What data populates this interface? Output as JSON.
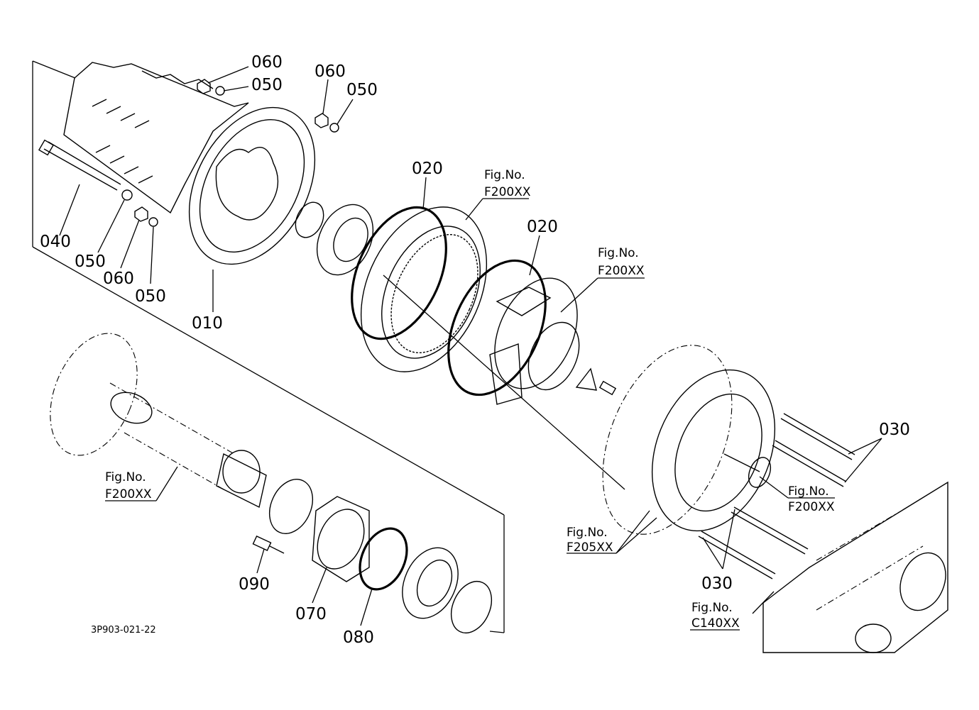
{
  "labels": {
    "l060a": "060",
    "l050a": "050",
    "l060b": "060",
    "l050b": "050",
    "l040": "040",
    "l050c": "050",
    "l060c": "060",
    "l050d": "050",
    "l010": "010",
    "l020a": "020",
    "l020b": "020",
    "l030a": "030",
    "l030b": "030",
    "l070": "070",
    "l080": "080",
    "l090": "090"
  },
  "figrefs": {
    "f1": {
      "prefix": "Fig.No.",
      "code": "F200XX"
    },
    "f2": {
      "prefix": "Fig.No.",
      "code": "F200XX"
    },
    "f3": {
      "prefix": "Fig.No.",
      "code": "F200XX"
    },
    "f4": {
      "prefix": "Fig.No.",
      "code": "F200XX"
    },
    "f5": {
      "prefix": "Fig.No.",
      "code": "F205XX"
    },
    "f6": {
      "prefix": "Fig.No.",
      "code": "C140XX"
    }
  },
  "drawing_code": "3P903-021-22"
}
